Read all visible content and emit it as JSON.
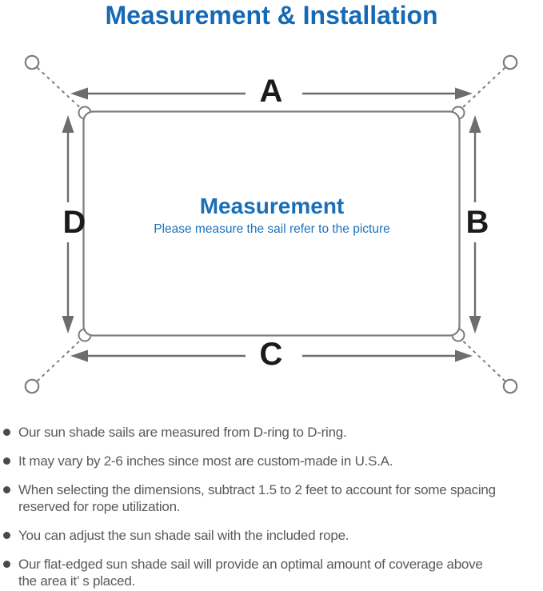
{
  "title": "Measurement & Installation",
  "diagram": {
    "labels": {
      "a": "A",
      "b": "B",
      "c": "C",
      "d": "D"
    },
    "center_title": "Measurement",
    "center_subtitle": "Please measure the sail refer to the picture"
  },
  "notes": [
    {
      "lines": [
        "Our sun shade sails are measured from D-ring to D-ring."
      ]
    },
    {
      "lines": [
        "It may vary by 2-6 inches since most are custom-made in U.S.A."
      ]
    },
    {
      "lines": [
        "When selecting the dimensions, subtract 1.5 to 2 feet to account for some spacing",
        "reserved for rope utilization."
      ]
    },
    {
      "lines": [
        "You can adjust the sun shade sail with the included rope."
      ]
    },
    {
      "lines": [
        "Our flat-edged sun shade sail will provide an optimal amount of coverage above",
        "the area it’ s placed."
      ]
    }
  ],
  "colors": {
    "accent_blue": "#1a6fb8",
    "outline_gray": "#7d7d7d",
    "arrow_gray": "#6d6d6d",
    "note_text": "#5a5a5a",
    "label_black": "#1b1b1b",
    "bullet_dot": "#4a4a4a"
  }
}
